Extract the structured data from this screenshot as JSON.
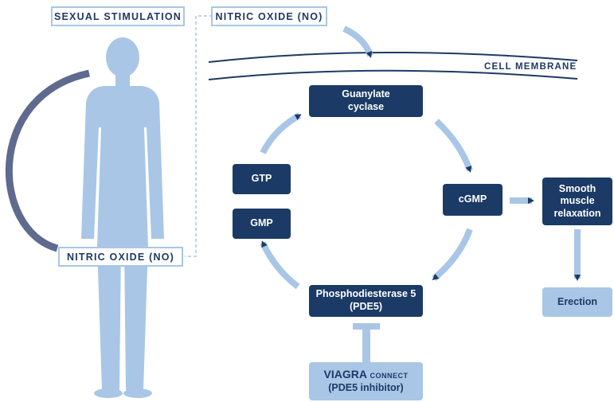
{
  "labels": {
    "sexual_stimulation": "SEXUAL STIMULATION",
    "nitric_oxide_top": "NITRIC OXIDE (NO)",
    "nitric_oxide_body": "NITRIC OXIDE (NO)",
    "cell_membrane": "CELL MEMBRANE"
  },
  "nodes": {
    "guanylate_cyclase": [
      "Guanylate",
      "cyclase"
    ],
    "gtp": "GTP",
    "gmp": "GMP",
    "cgmp": "cGMP",
    "smooth_muscle": [
      "Smooth",
      "muscle",
      "relaxation"
    ],
    "pde5": [
      "Phosphodiesterase 5",
      "(PDE5)"
    ],
    "erection": "Erection",
    "viagra": {
      "brand": "VIAGRA",
      "connect": "CONNECT",
      "subtitle": "(PDE5 inhibitor)"
    }
  },
  "colors": {
    "dark_navy": "#1b3a66",
    "light_blue": "#a9c6e6",
    "arc_slate": "#5f6a8f",
    "text_navy": "#1d3a63"
  }
}
